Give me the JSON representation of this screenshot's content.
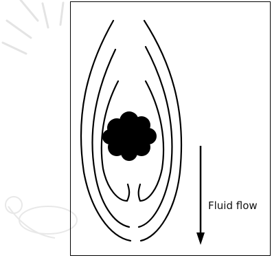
{
  "labels": {
    "fluid_flow": "Fluid flow"
  },
  "colors": {
    "stroke": "#000000",
    "watermark": "#e6e6e6",
    "background": "#ffffff"
  },
  "icons": {
    "watermark": "university-seal-watermark",
    "object": "blob-particle",
    "arrow": "down-arrow"
  }
}
